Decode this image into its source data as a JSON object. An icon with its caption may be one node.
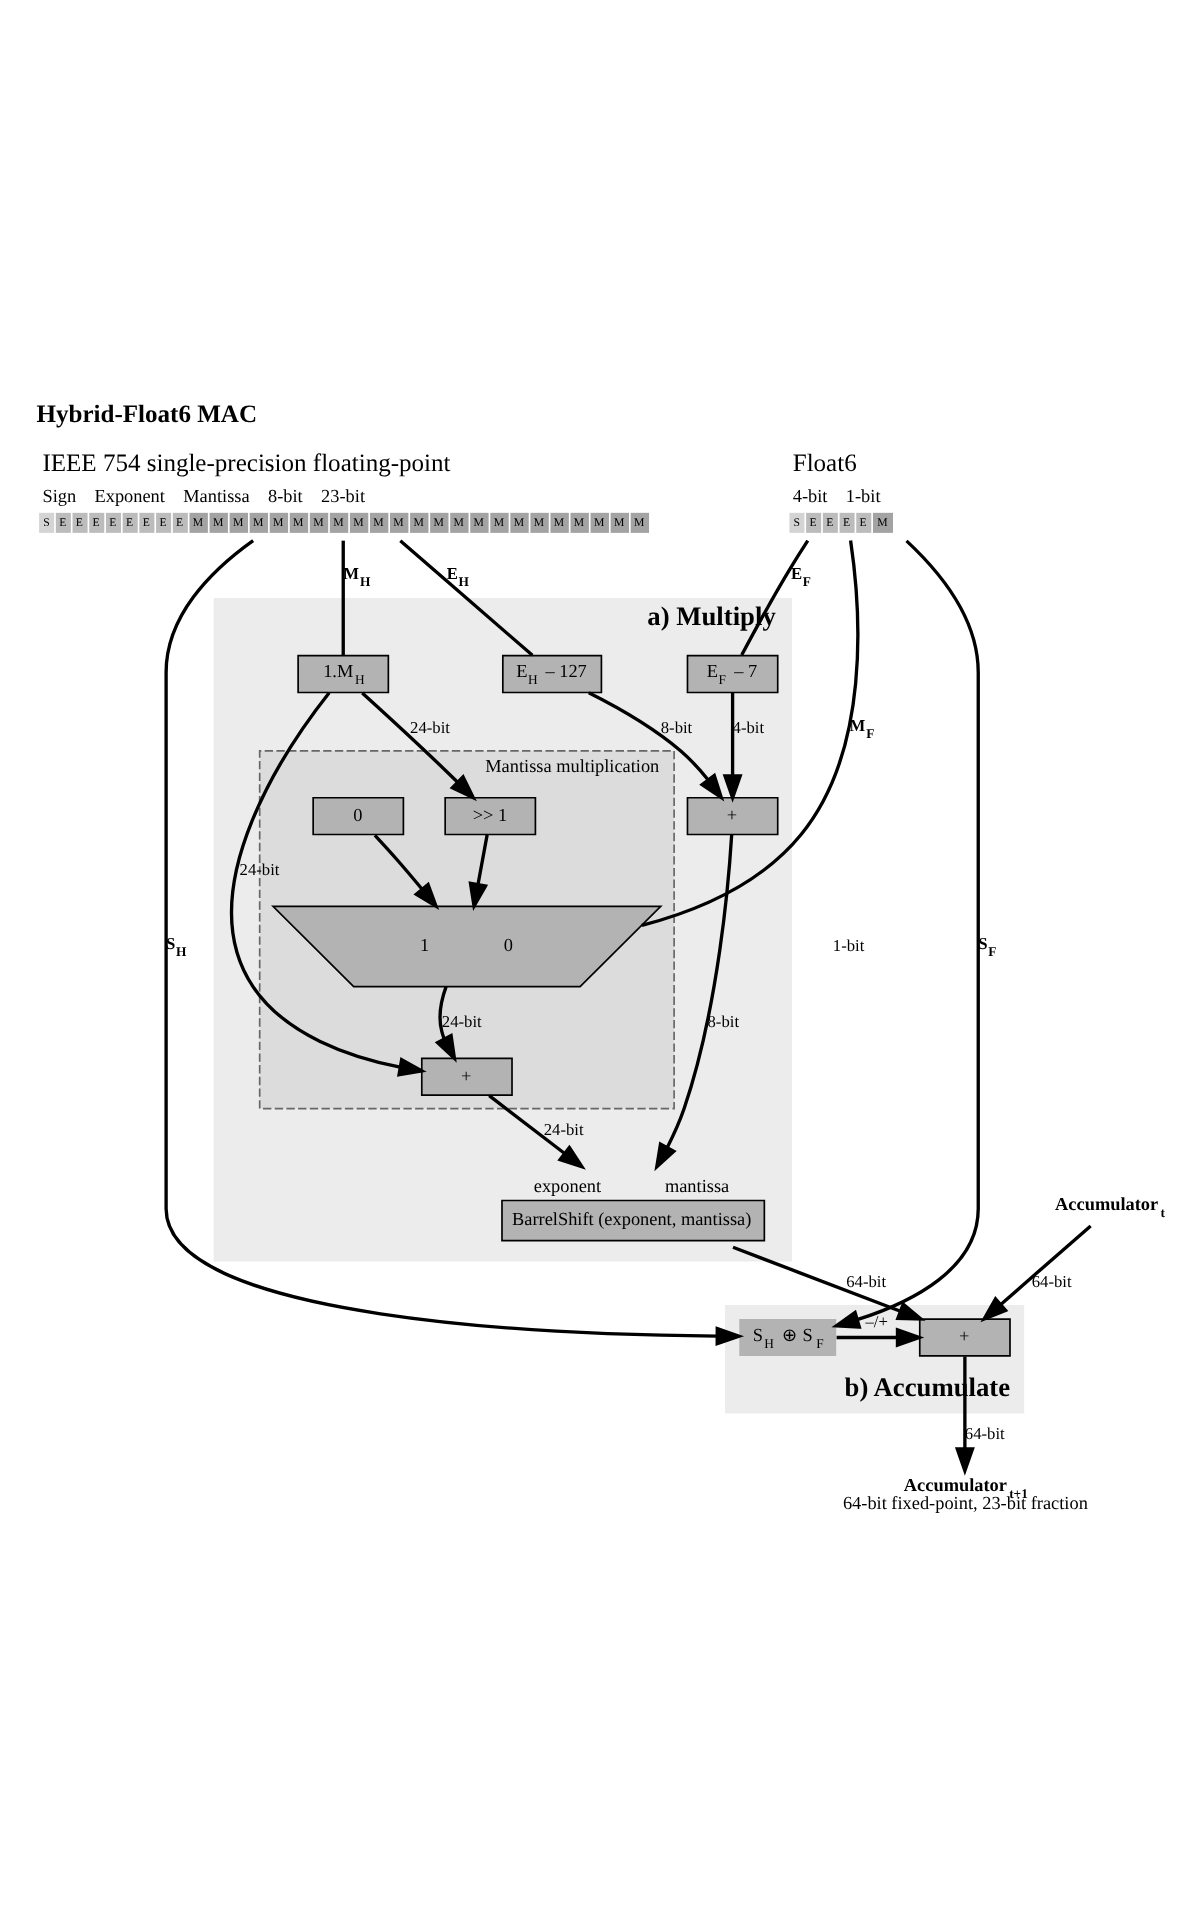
{
  "diagram": {
    "title": "Hybrid-Float6 MAC",
    "nodes": [
      {
        "text": [
          "IEEE 754 single-precision floating-point",
          "Sign",
          "Exponent",
          "Mantissa",
          "8-bit",
          "23-bit",
          "S",
          "E",
          "E",
          "E",
          "E",
          "E",
          "E",
          "E",
          "E",
          "M",
          "M",
          "M",
          "M",
          "M",
          "M",
          "M",
          "M",
          "M",
          "M",
          "M",
          "M",
          "M",
          "M",
          "M",
          "M",
          "M",
          "M",
          "M",
          "M",
          "M",
          "M",
          "M"
        ]
      },
      {
        "text": [
          "Float6",
          "4-bit",
          "1-bit",
          "S",
          "E",
          "E",
          "E",
          "E",
          "M"
        ]
      },
      {
        "text": [
          "a) Multiply"
        ]
      },
      {
        "text": [
          "1.M$_{H}$"
        ],
        "in": 2
      },
      {
        "text": [
          "Mantissa multiplication"
        ],
        "in": 2
      },
      {
        "text": [
          ">> 1"
        ],
        "in": 4
      },
      {
        "text": [
          "0"
        ],
        "in": 4
      },
      {
        "text": [
          "1",
          "0"
        ],
        "in": 4
      },
      {
        "text": [
          "E$_{H}$ – 127"
        ],
        "in": 2
      },
      {
        "text": [
          "E$_{F}$ – 7"
        ],
        "in": 2
      },
      {
        "text": [
          "+"
        ],
        "in": 2
      },
      {
        "text": [
          "+"
        ],
        "in": 4
      },
      {
        "text": [
          "BarrelShift (exponent, mantissa)"
        ],
        "beside": [
          "exponent",
          "mantissa"
        ],
        "in": 2
      },
      {
        "text": [
          "Accumulator$_{t}$"
        ]
      },
      {
        "text": [
          "b) Accumulate"
        ]
      },
      {
        "text": [
          "+"
        ],
        "in": 14
      },
      {
        "text": [
          "S$_{H}$ ⊕ S$_{F}$"
        ],
        "in": 14
      },
      {
        "text": [
          "Accumulator$_{t+1}$",
          "64-bit fixed-point, 23-bit fraction"
        ]
      }
    ],
    "edges": [
      {
        "from": 0,
        "to": 16,
        "arrow": "to",
        "label": "S$_{H}$"
      },
      {
        "from": 0,
        "to": 8,
        "arrow": "none",
        "label": "E$_{H}$"
      },
      {
        "from": 0,
        "to": 3,
        "arrow": "none",
        "label": "M$_{H}$"
      },
      {
        "from": 1,
        "to": 16,
        "arrow": "to",
        "label": "S$_{F}$"
      },
      {
        "from": 1,
        "to": 9,
        "arrow": "none",
        "label": "E$_{F}$"
      },
      {
        "from": 1,
        "to": 7,
        "arrow": "none",
        "label": "M$_{F}$"
      },
      {
        "from": 3,
        "to": 5,
        "arrow": "to",
        "label": "24-bit"
      },
      {
        "from": 3,
        "to": 11,
        "arrow": "to",
        "label": "24-bit"
      },
      {
        "from": 5,
        "to": 7,
        "arrow": "to"
      },
      {
        "from": 6,
        "to": 7,
        "arrow": "to"
      },
      {
        "from": 7,
        "to": 11,
        "arrow": "to",
        "label": "24-bit"
      },
      {
        "from": 8,
        "to": 10,
        "arrow": "to",
        "label": "8-bit"
      },
      {
        "from": 9,
        "to": 10,
        "arrow": "to",
        "label": "4-bit"
      },
      {
        "from": 10,
        "to": 12,
        "arrow": "to",
        "label": "8-bit"
      },
      {
        "from": 11,
        "to": 12,
        "arrow": "to",
        "label": "24-bit"
      },
      {
        "from": 13,
        "to": 15,
        "arrow": "to",
        "label": "64-bit"
      },
      {
        "from": 12,
        "to": 15,
        "arrow": "to",
        "label": "64-bit"
      },
      {
        "from": 16,
        "to": 15,
        "arrow": "to",
        "label": "–/+"
      },
      {
        "from": 15,
        "to": 17,
        "arrow": "to",
        "label": "64-bit"
      }
    ],
    "labels": [
      "1-bit"
    ]
  }
}
